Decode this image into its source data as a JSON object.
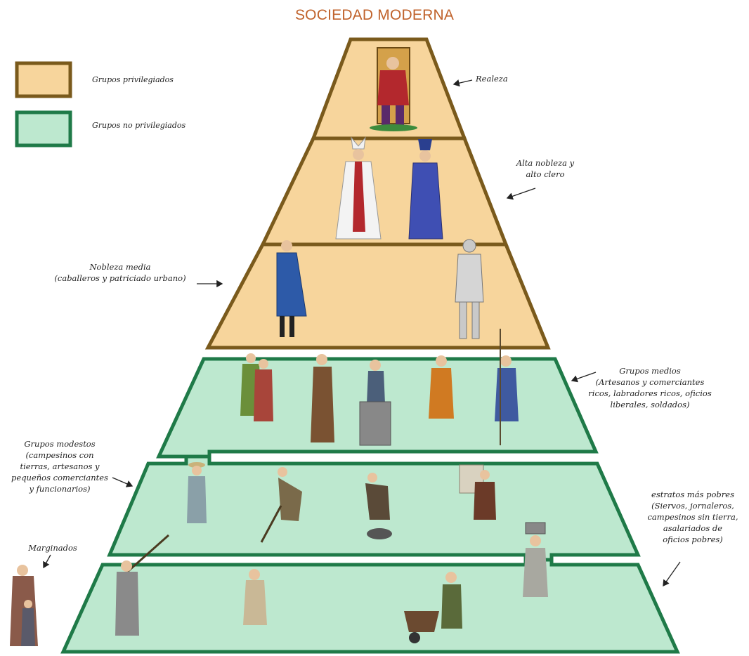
{
  "title": "SOCIEDAD MODERNA",
  "colors": {
    "title": "#c0622b",
    "privileged_fill": "#f7d59c",
    "privileged_border": "#7a5a1c",
    "non_privileged_fill": "#bde8cf",
    "non_privileged_border": "#1f7a48"
  },
  "legend": [
    {
      "label": "Grupos privilegiados"
    },
    {
      "label": "Grupos no privilegiados"
    }
  ],
  "labels": {
    "realeza": "Realeza",
    "alta_nobleza": "Alta nobleza y\nalto clero",
    "nobleza_media": "Nobleza media\n(caballeros y patriciado urbano)",
    "grupos_medios": "Grupos medios\n(Artesanos y comerciantes\nricos, labradores ricos, oficios\nliberales, soldados)",
    "grupos_modestos": "Grupos modestos\n(campesinos con\ntierras, artesanos y\npequeños comerciantes\ny funcionarios)",
    "estratos_pobres": "estratos más pobres\n(Siervos, jornaleros,\ncampesinos sin tierra,\nasalariados de\noficios pobres)",
    "marginados": "Marginados"
  },
  "figures": [
    "king-on-throne",
    "bishop",
    "noble-in-blue-robe",
    "nobleman",
    "knight-in-armor",
    "merchants",
    "friar",
    "stonemason",
    "craftsman",
    "soldier-with-spear",
    "peasant-with-hoe",
    "digging-peasant",
    "blacksmith",
    "porter-with-sack",
    "laborer-with-pick",
    "woman-sweeping",
    "worker-with-wheelbarrow",
    "man-carrying-load",
    "beggar-family"
  ]
}
